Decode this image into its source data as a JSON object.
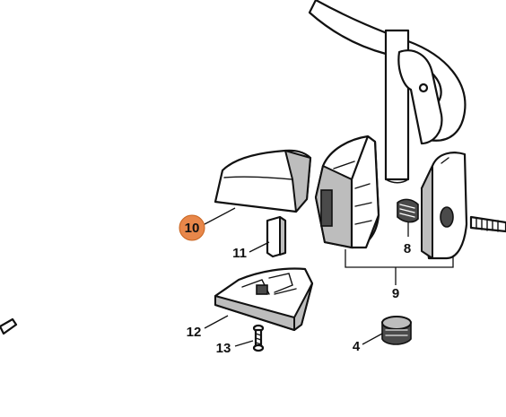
{
  "accent_color": "#e8874a",
  "callouts": [
    {
      "id": "10",
      "highlighted": true
    },
    {
      "id": "11",
      "highlighted": false
    },
    {
      "id": "8",
      "highlighted": false
    },
    {
      "id": "9",
      "highlighted": false
    },
    {
      "id": "12",
      "highlighted": false
    },
    {
      "id": "13",
      "highlighted": false
    },
    {
      "id": "4",
      "highlighted": false
    }
  ]
}
